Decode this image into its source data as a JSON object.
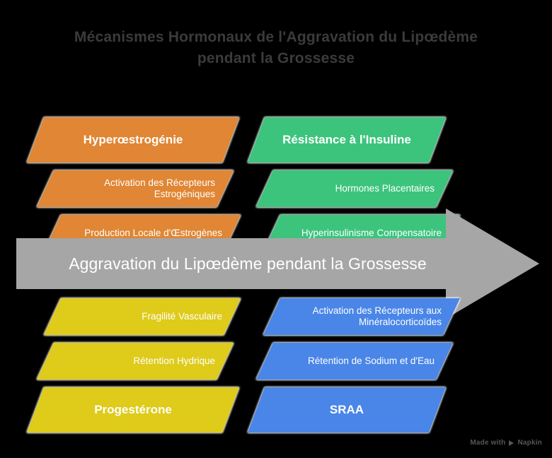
{
  "title": {
    "line1": "Mécanismes Hormonaux de l'Aggravation du Lipœdème",
    "line2": "pendant la Grossesse",
    "color": "#3b3b3b"
  },
  "arrow": {
    "label": "Aggravation du Lipœdème pendant la Grossesse",
    "color": "#a6a6a6",
    "direction": "right"
  },
  "colors": {
    "orange": "#e08634",
    "green": "#3cc47c",
    "yellow": "#decb1a",
    "blue": "#4a86e8",
    "arrow_gray": "#a6a6a6",
    "background": "#000000",
    "text_on_shape": "#ffffff"
  },
  "groups": {
    "top_left": {
      "accent": "#e08634",
      "header": "Hyperœstrogénie",
      "steps": [
        "Activation des Récepteurs Estrogéniques",
        "Production Locale d'Œstrogènes"
      ]
    },
    "top_right": {
      "accent": "#3cc47c",
      "header": "Résistance à l'Insuline",
      "steps": [
        "Hormones Placentaires",
        "Hyperinsulinisme Compensatoire"
      ]
    },
    "bottom_left": {
      "accent": "#decb1a",
      "steps": [
        "Fragilité Vasculaire",
        "Rétention Hydrique"
      ],
      "header": "Progestérone"
    },
    "bottom_right": {
      "accent": "#4a86e8",
      "steps": [
        "Activation des Récepteurs aux Minéralocorticoïdes",
        "Rétention de Sodium et d'Eau"
      ],
      "header": "SRAA"
    }
  },
  "watermark": {
    "prefix": "Made with",
    "brand": "Napkin"
  }
}
